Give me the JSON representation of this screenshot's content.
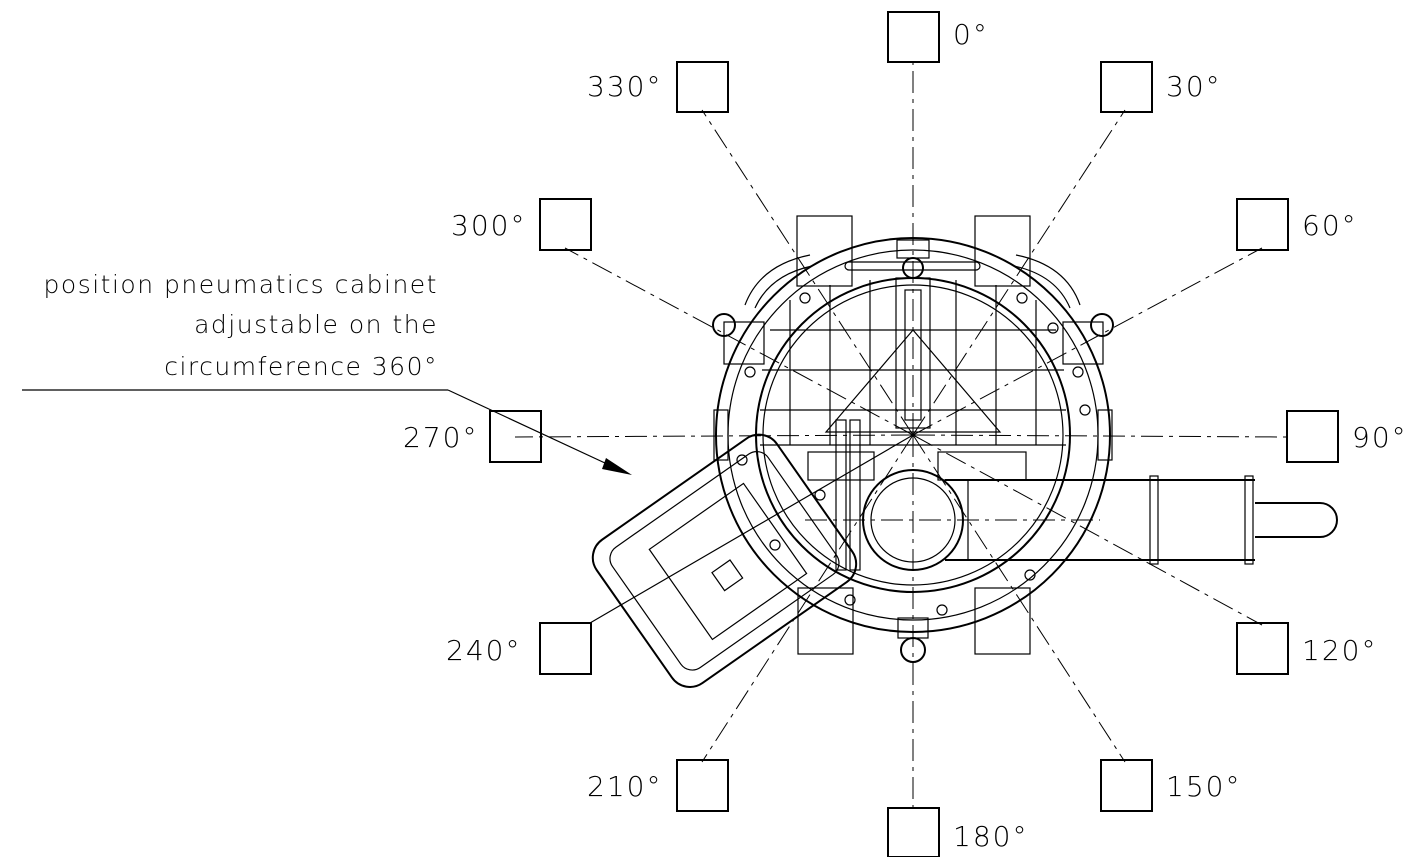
{
  "angles": [
    {
      "id": "a0",
      "text": "0°"
    },
    {
      "id": "a30",
      "text": "30°"
    },
    {
      "id": "a60",
      "text": "60°"
    },
    {
      "id": "a90",
      "text": "90°"
    },
    {
      "id": "a120",
      "text": "120°"
    },
    {
      "id": "a150",
      "text": "150°"
    },
    {
      "id": "a180",
      "text": "180°"
    },
    {
      "id": "a210",
      "text": "210°"
    },
    {
      "id": "a240",
      "text": "240°"
    },
    {
      "id": "a270",
      "text": "270°"
    },
    {
      "id": "a300",
      "text": "300°"
    },
    {
      "id": "a330",
      "text": "330°"
    }
  ],
  "note": {
    "line1": "position pneumatics cabinet",
    "line2": "adjustable on the",
    "line3": "circumference 360°"
  },
  "colors": {
    "ink": "#000000",
    "paper": "#ffffff"
  }
}
